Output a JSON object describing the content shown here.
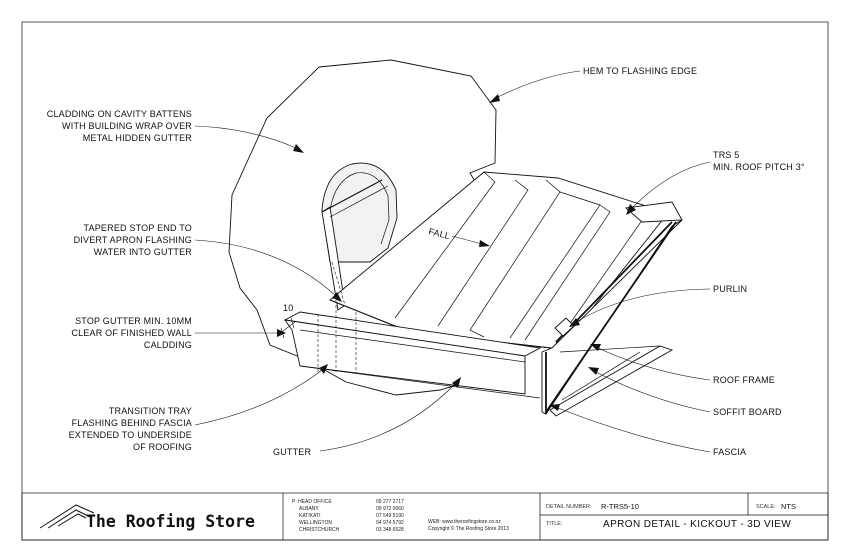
{
  "labels": {
    "hem_to_flashing_edge": "HEM TO FLASHING EDGE",
    "cladding_line1": "CLADDING ON CAVITY BATTENS",
    "cladding_line2": "WITH BUILDING WRAP OVER",
    "cladding_line3": "METAL HIDDEN GUTTER",
    "trs5_line1": "TRS 5",
    "trs5_line2": "MIN. ROOF PITCH 3°",
    "fall": "FALL",
    "tapered_line1": "TAPERED STOP END TO",
    "tapered_line2": "DIVERT APRON FLASHING",
    "tapered_line3": "WATER INTO GUTTER",
    "dim_10": "10",
    "stop_line1": "STOP GUTTER MIN. 10MM",
    "stop_line2": "CLEAR OF FINISHED WALL",
    "stop_line3": "CALDDING",
    "purlin": "PURLIN",
    "roof_frame": "ROOF FRAME",
    "soffit_board": "SOFFIT BOARD",
    "fascia": "FASCIA",
    "transition_line1": "TRANSITION TRAY",
    "transition_line2": "FLASHING BEHIND FASCIA",
    "transition_line3": "EXTENDED TO UNDERSIDE",
    "transition_line4": "OF ROOFING",
    "gutter": "GUTTER"
  },
  "title_block": {
    "logo_text": "The Roofing Store",
    "offices": [
      {
        "name": "P: HEAD OFFICE",
        "phone": "09 277 2717"
      },
      {
        "name": "ALBANY",
        "phone": "09 972 0060"
      },
      {
        "name": "KATIKATI",
        "phone": "07 549 5190"
      },
      {
        "name": "WELLINGTON",
        "phone": "04 974 5792"
      },
      {
        "name": "CHRISTCHURCH",
        "phone": "03 348 6528"
      }
    ],
    "web": "WEB: www.theroofingstore.co.nz",
    "copyright": "Copyright © The Roofing Store 2013",
    "detail_number_caption": "DETAIL NUMBER:",
    "detail_number": "R-TRS5-10",
    "scale_caption": "SCALE:",
    "scale": "NTS",
    "title_caption": "TITLE:",
    "title": "APRON DETAIL - KICKOUT - 3D VIEW"
  }
}
